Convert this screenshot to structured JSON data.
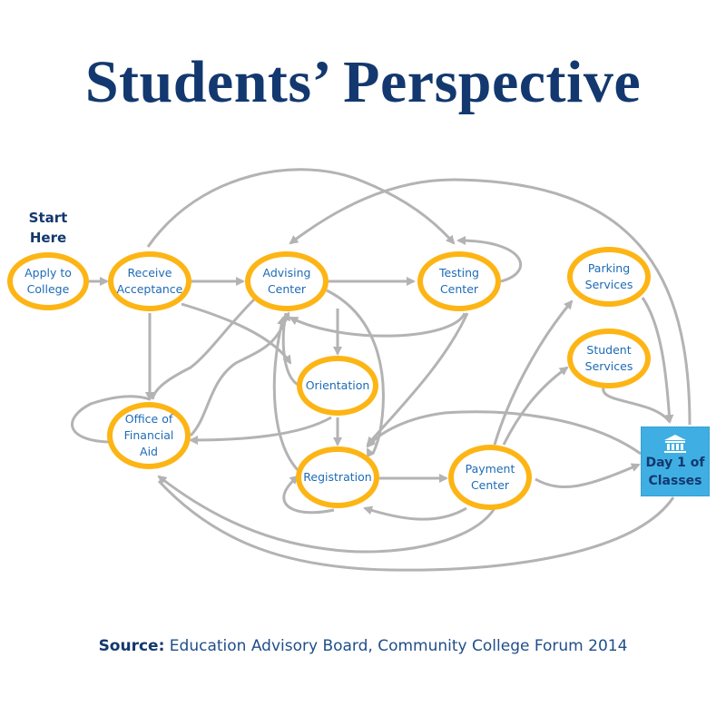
{
  "title": "Students’ Perspective",
  "start_label": "Start\nHere",
  "nodes": {
    "apply": "Apply to\nCollege",
    "receive": "Receive\nAcceptance",
    "advising": "Advising\nCenter",
    "testing": "Testing\nCenter",
    "parking": "Parking\nServices",
    "student_services": "Student\nServices",
    "orientation": "Orientation",
    "financial_aid": "Office of\nFinancial\nAid",
    "registration": "Registration",
    "payment": "Payment\nCenter",
    "day1": "Day 1 of\nClasses"
  },
  "icons": {
    "day1_icon": "institution-building-icon"
  },
  "colors": {
    "title": "#13386f",
    "node_border": "#fdb515",
    "node_text": "#1d6bb6",
    "edge": "#b3b3b3",
    "day1_fill": "#3fafe3"
  },
  "source": {
    "label": "Source:",
    "text": " Education Advisory Board, Community College Forum 2014"
  }
}
